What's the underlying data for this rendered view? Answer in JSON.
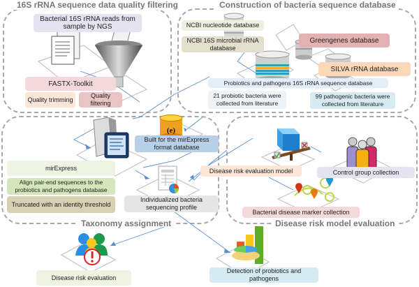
{
  "sections": {
    "quality_filtering": {
      "title": "16S rRNA sequence data quality filtering"
    },
    "database_construction": {
      "title": "Construction of bacteria sequence database"
    },
    "taxonomy": {
      "title": "Taxonomy assignment"
    },
    "risk_model": {
      "title": "Disease risk model evaluation"
    }
  },
  "boxes": {
    "reads": "Bacterial 16S rRNA reads from sample by NGS",
    "fastx": "FASTX-Toolkit",
    "trimming": "Quality trimming",
    "filtering": "Quality filtering",
    "ncbi_nucleotide": "NCBI nucleotide database",
    "ncbi_16s": "NCBI 16S microbial rRNA database",
    "greengenes": "Greengenes database",
    "silva": "SILVA rRNA database",
    "probiotics_db": "Probiotics and pathogens 16S rRNA sequence database",
    "probiotic_count": "21 probiotic bacteria were collected from literature",
    "pathogenic_count": "99 pathogenic bacteria were collected from literature",
    "mirexpress_format": "Built for the mirExpress format database",
    "mirexpress": "mirExpress",
    "align": "Align pair-end sequences to the probiotics and pathogens database",
    "truncated": "Truncated with an identity threshold",
    "profile": "Individualized bacteria sequencing profile",
    "risk_model": "Disease risk evaluation model",
    "control_group": "Control group collection",
    "marker_collection": "Bacterial disease marker collection",
    "risk_evaluation": "Disease risk evaluation",
    "detection": "Detection of probiotics and pathogens"
  },
  "colors": {
    "purple": "#e6e3f0",
    "pink": "#f3d9d9",
    "peach": "#fbe6d8",
    "rose": "#e9c4c4",
    "cream": "#eef0e2",
    "khaki": "#e3dfcc",
    "red": "#e3b1b1",
    "orange": "#fbd9b8",
    "lightblue": "#e4eef8",
    "cyan": "#d6ebf1",
    "blue": "#b8cfe8",
    "green_pale": "#eef3e2",
    "green": "#d5e6bd",
    "tan": "#d8d0b3",
    "grey": "#e6e6e6",
    "arrow": "#5b8fd0"
  },
  "icons": [
    "documents-icon",
    "funnel-icon",
    "database-icon",
    "server-icon",
    "mirexpress-database-icon",
    "spreadsheet-icon",
    "cube-balance-icon",
    "people-group-icon",
    "map-marker-icon",
    "users-alert-icon",
    "bar-pie-chart-icon"
  ]
}
